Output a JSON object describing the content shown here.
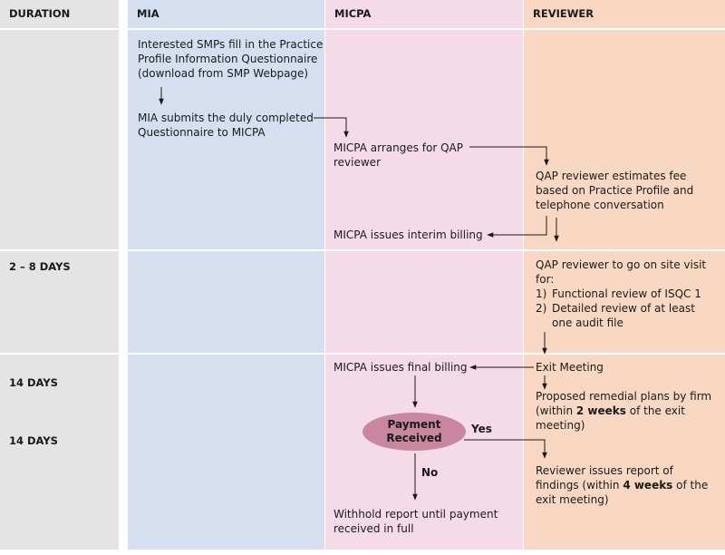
{
  "headers": {
    "duration": "DURATION",
    "mia": "MIA",
    "micpa": "MICPA",
    "reviewer": "REVIEWER"
  },
  "durations": {
    "row2": "2 – 8 DAYS",
    "row3a": "14 DAYS",
    "row3b": "14 DAYS"
  },
  "mia": {
    "step1": [
      "Interested SMPs fill in the Practice",
      "Profile Information Questionnaire",
      "(download from SMP Webpage)"
    ],
    "step2": [
      "MIA submits the duly completed",
      "Questionnaire to MICPA"
    ]
  },
  "micpa": {
    "arranges": [
      "MICPA arranges for QAP",
      "reviewer"
    ],
    "interim": "MICPA issues interim billing",
    "final": "MICPA issues final billing",
    "payment_line1": "Payment",
    "payment_line2": "Received",
    "yes": "Yes",
    "no": "No",
    "withhold": [
      "Withhold report until payment",
      "received in full"
    ]
  },
  "reviewer": {
    "estimate": [
      "QAP reviewer estimates fee",
      "based on Practice Profile and",
      "telephone conversation"
    ],
    "site_visit": [
      "QAP reviewer to go on site visit",
      "for:"
    ],
    "site_items": [
      {
        "num": "1)",
        "lines": [
          "Functional review of ISQC 1"
        ]
      },
      {
        "num": "2)",
        "lines": [
          "Detailed review of at least",
          "one audit file"
        ]
      }
    ],
    "exit": "Exit Meeting",
    "remedial_pre": "Proposed remedial plans by firm",
    "remedial_l2_a": "(within ",
    "remedial_l2_b": "2 weeks",
    "remedial_l2_c": " of the exit",
    "remedial_l3": "meeting)",
    "report_l1": "Reviewer issues report of",
    "report_l2_a": "findings (within ",
    "report_l2_b": "4 weeks",
    "report_l2_c": " of the",
    "report_l3": "exit meeting)"
  },
  "colors": {
    "duration_bg": "#e4e4e4",
    "mia_bg": "#d5dff0",
    "micpa_bg": "#f5dbe8",
    "reviewer_bg": "#f8d8c3",
    "decision_fill": "#c9869f"
  }
}
